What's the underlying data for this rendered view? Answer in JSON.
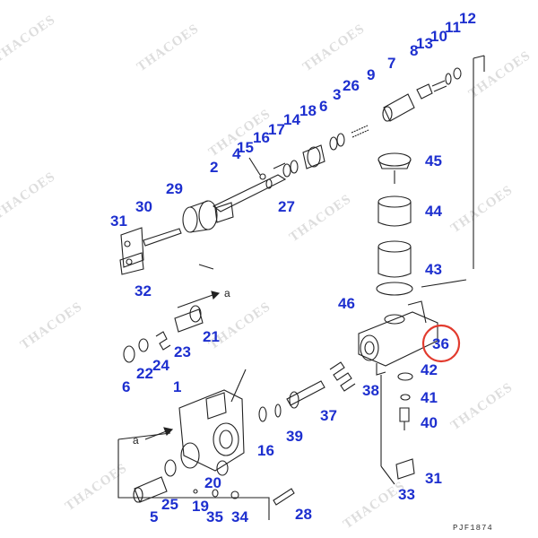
{
  "diagram": {
    "reference_code": "PJF1874",
    "arrow_label": "a",
    "watermark": "THACOES",
    "highlight_color": "#e23b2e",
    "label_color": "#1d2fcf",
    "highlighted_part": "36",
    "part_numbers": [
      "1",
      "2",
      "3",
      "4",
      "5",
      "6",
      "7",
      "8",
      "9",
      "10",
      "11",
      "12",
      "13",
      "14",
      "15",
      "16",
      "17",
      "18",
      "19",
      "20",
      "21",
      "22",
      "23",
      "24",
      "25",
      "26",
      "27",
      "28",
      "29",
      "30",
      "31",
      "32",
      "33",
      "34",
      "35",
      "36",
      "37",
      "38",
      "39",
      "40",
      "41",
      "42",
      "43",
      "44",
      "45",
      "46"
    ]
  }
}
